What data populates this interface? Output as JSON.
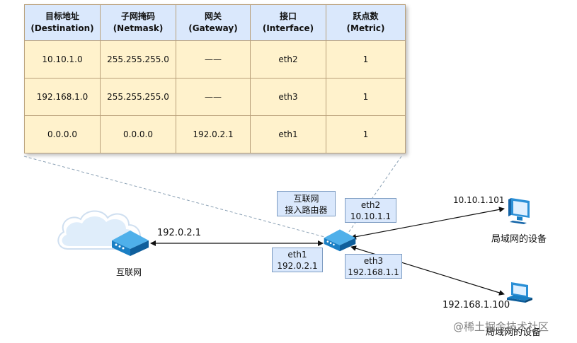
{
  "table": {
    "headers": [
      {
        "zh": "目标地址",
        "en": "(Destination)"
      },
      {
        "zh": "子网掩码",
        "en": "(Netmask)"
      },
      {
        "zh": "网关",
        "en": "(Gateway)"
      },
      {
        "zh": "接口",
        "en": "(Interface)"
      },
      {
        "zh": "跃点数",
        "en": "(Metric)"
      }
    ],
    "rows": [
      [
        "10.10.1.0",
        "255.255.255.0",
        "——",
        "eth2",
        "1"
      ],
      [
        "192.168.1.0",
        "255.255.255.0",
        "——",
        "eth3",
        "1"
      ],
      [
        "0.0.0.0",
        "0.0.0.0",
        "192.0.2.1",
        "eth1",
        "1"
      ]
    ]
  },
  "diagram": {
    "cloud_label": "互联网",
    "cloud_ip": "192.0.2.1",
    "router_label": {
      "line1": "互联网",
      "line2": "接入路由器"
    },
    "eth2": {
      "name": "eth2",
      "ip": "10.10.1.1"
    },
    "eth1": {
      "name": "eth1",
      "ip": "192.0.2.1"
    },
    "eth3": {
      "name": "eth3",
      "ip": "192.168.1.1"
    },
    "lan_top": {
      "ip": "10.10.1.101",
      "label": "局域网的设备"
    },
    "lan_bottom": {
      "ip": "192.168.1.100",
      "label": "局域网的设备"
    }
  },
  "watermark": "@稀土掘金技术社区",
  "colors": {
    "header_bg": "#dae8fc",
    "cell_bg": "#fff2cc",
    "router_blue": "#1f8ad0",
    "label_box_bg": "#dae8fc"
  },
  "icons": [
    "cloud-icon",
    "router-icon",
    "monitor-icon",
    "laptop-icon"
  ]
}
